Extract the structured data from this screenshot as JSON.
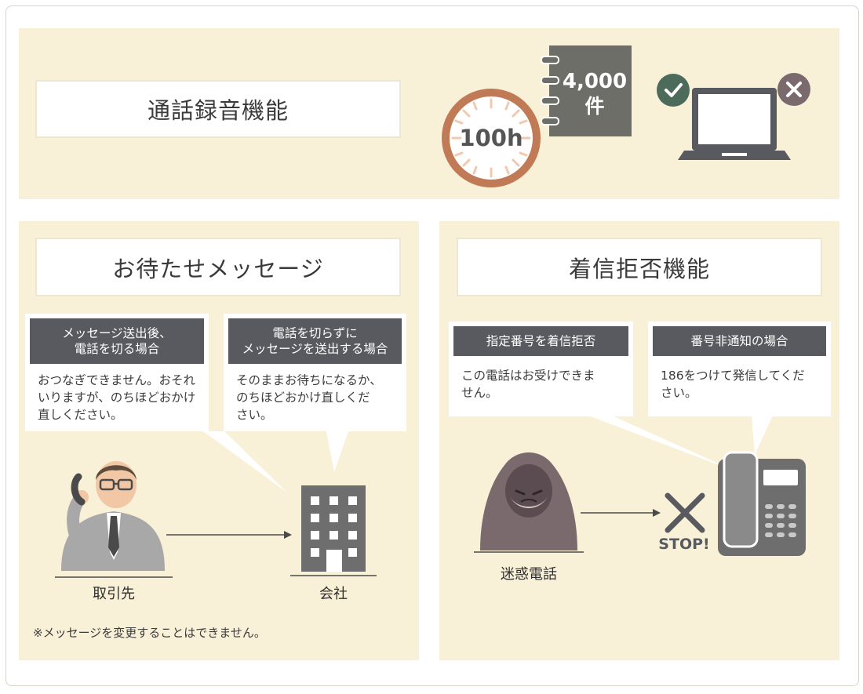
{
  "sections": {
    "call_recording": {
      "title": "通話録音機能",
      "hours_label": "100h",
      "count_label": "4,000",
      "count_unit": "件"
    },
    "hold_message": {
      "title": "お待たせメッセージ",
      "bubble_left": {
        "heading": "メッセージ送出後、\n電話を切る場合",
        "body": "おつなぎできません。おそれ\nいりますが、のちほどおかけ\n直しください。"
      },
      "bubble_right": {
        "heading": "電話を切らずに\nメッセージを送出する場合",
        "body": "そのままお待ちになるか、\nのちほどおかけ直しくだ\nさい。"
      },
      "label_client": "取引先",
      "label_company": "会社",
      "note": "※メッセージを変更することはできません。"
    },
    "call_block": {
      "title": "着信拒否機能",
      "bubble_left": {
        "heading": "指定番号を着信拒否",
        "body": "この電話はお受けできま\nせん。"
      },
      "bubble_right": {
        "heading": "番号非通知の場合",
        "body": "186をつけて発信してくだ\nさい。"
      },
      "label_nuisance": "迷惑電話",
      "stop_label": "STOP!"
    }
  },
  "colors": {
    "panel_bg": "#f8f0d7",
    "dark_gray": "#585a5f",
    "clock_ring": "#c07a55",
    "notebook": "#6e6e68",
    "check_green": "#4d6b5a",
    "cross_gray": "#7a6a6e"
  }
}
